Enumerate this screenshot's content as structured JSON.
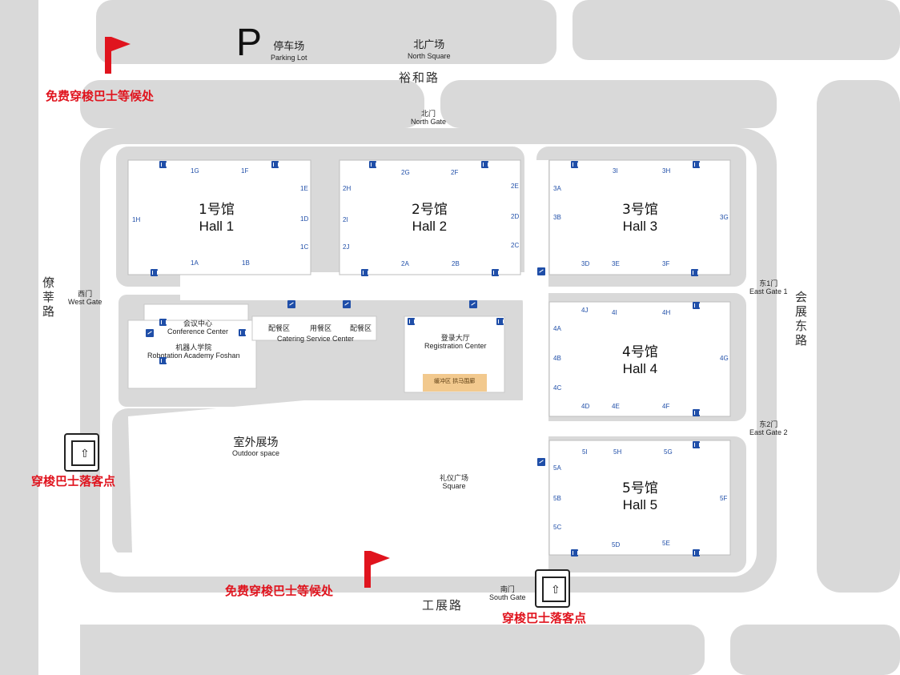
{
  "map_title": "",
  "roads": {
    "north": "裕和路",
    "south": "工展路",
    "west": [
      "僚",
      "莘",
      "路"
    ],
    "east": [
      "会",
      "展",
      "东",
      "路"
    ]
  },
  "parking": {
    "icon": "P",
    "zh": "停车场",
    "en": "Parking Lot"
  },
  "north_square": {
    "zh": "北广场",
    "en": "North Square"
  },
  "gates": {
    "north": {
      "zh": "北门",
      "en": "North Gate"
    },
    "west": {
      "zh": "西门",
      "en": "West Gate"
    },
    "south": {
      "zh": "南门",
      "en": "South Gate"
    },
    "east1": {
      "zh": "东1门",
      "en": "East Gate 1"
    },
    "east2": {
      "zh": "东2门",
      "en": "East Gate 2"
    }
  },
  "halls": [
    {
      "zh": "1号馆",
      "en": "Hall 1"
    },
    {
      "zh": "2号馆",
      "en": "Hall 2"
    },
    {
      "zh": "3号馆",
      "en": "Hall 3"
    },
    {
      "zh": "4号馆",
      "en": "Hall 4"
    },
    {
      "zh": "5号馆",
      "en": "Hall 5"
    }
  ],
  "entrances": {
    "h1": [
      "1G",
      "1F",
      "1E",
      "1D",
      "1C",
      "1H",
      "1A",
      "1B"
    ],
    "h2": [
      "2G",
      "2F",
      "2H",
      "2I",
      "2J",
      "2E",
      "2D",
      "2C",
      "2A",
      "2B"
    ],
    "h3": [
      "3I",
      "3H",
      "3A",
      "3B",
      "3G",
      "3D",
      "3E",
      "3F"
    ],
    "h4": [
      "4J",
      "4I",
      "4H",
      "4A",
      "4B",
      "4C",
      "4G",
      "4D",
      "4E",
      "4F"
    ],
    "h5": [
      "5I",
      "5H",
      "5G",
      "5A",
      "5B",
      "5C",
      "5F",
      "5D",
      "5E"
    ]
  },
  "facilities": {
    "conference": {
      "zh": "会议中心",
      "en": "Conference Center"
    },
    "academy": {
      "zh": "机器人学院",
      "en": "Robotation Academy Foshan"
    },
    "catering": {
      "zones": [
        "配餐区",
        "用餐区",
        "配餐区"
      ],
      "en": "Catering Service Center"
    },
    "registration": {
      "zh": "登录大厅",
      "en": "Registration Center"
    },
    "buffer": "缓冲区",
    "buffer2": "拱马围廊",
    "outdoor": {
      "zh": "室外展场",
      "en": "Outdoor space"
    },
    "square": {
      "zh": "礼仪广场",
      "en": "Square"
    }
  },
  "shuttle": {
    "waiting": "免费穿梭巴士等候处",
    "dropoff": "穿梭巴士落客点"
  },
  "colors": {
    "road": "#d9d9d9",
    "hall": "#ffffff",
    "accent_red": "#e0141e",
    "icon_blue": "#1f4ea8"
  }
}
